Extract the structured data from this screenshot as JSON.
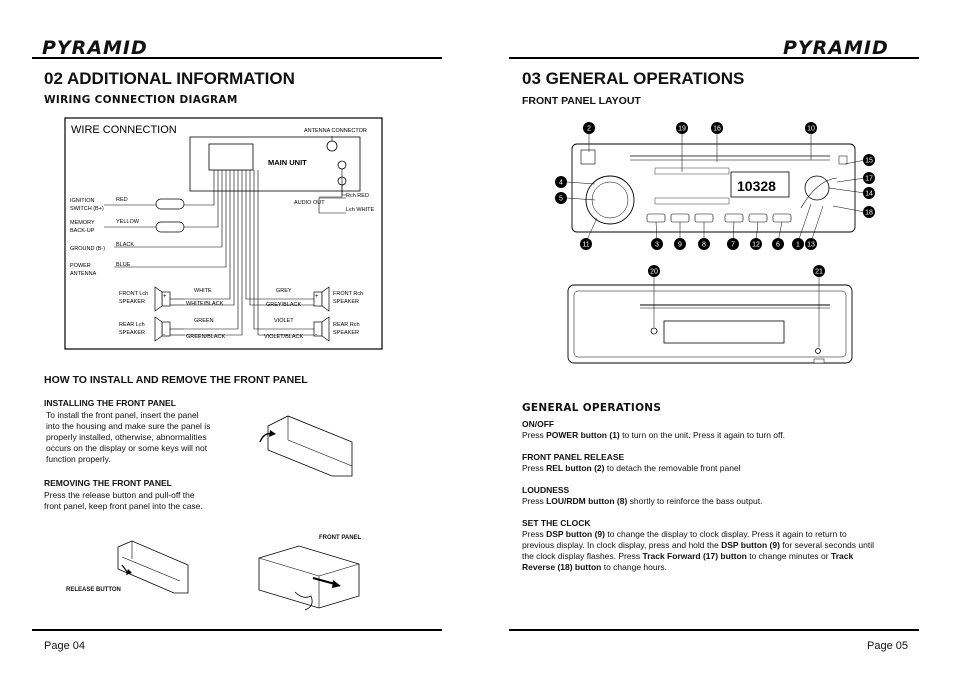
{
  "brand": "PYRAMID",
  "left": {
    "title": "02 ADDITIONAL INFORMATION",
    "wiring_heading": "WIRING CONNECTION DIAGRAM",
    "diagram": {
      "title": "WIRE CONNECTION",
      "main_unit": "MAIN UNIT",
      "antenna_connector": "ANTENNA CONNECTOR",
      "audio_out": "AUDIO OUT",
      "rch_red": "Rch RED",
      "lch_white": "Lch WHITE",
      "ignition": [
        "IGNITION",
        "SWITCH (B+)"
      ],
      "memory": [
        "MEMORY",
        "BACK-UP"
      ],
      "ground": "GROUND (B-)",
      "power_antenna": [
        "POWER",
        "ANTENNA"
      ],
      "red": "RED",
      "yellow": "YELLOW",
      "black": "BLACK",
      "blue": "BLUE",
      "front_lch": [
        "FRONT Lch",
        "SPEAKER"
      ],
      "rear_lch": [
        "REAR Lch",
        "SPEAKER"
      ],
      "front_rch": [
        "FRONT Rch",
        "SPEAKER"
      ],
      "rear_rch": [
        "REAR Rch",
        "SPEAKER"
      ],
      "white": "WHITE",
      "white_black": "WHITE/BLACK",
      "green": "GREEN",
      "green_black": "GREEN/BLACK",
      "grey": "GREY",
      "grey_black": "GREY/BLACK",
      "violet": "VIOLET",
      "violet_black": "VIOLET/BLACK"
    },
    "install_heading": "HOW TO INSTALL AND REMOVE THE FRONT PANEL",
    "installing_heading": "INSTALLING THE FRONT PANEL",
    "installing_lines": [
      "To install the front panel, insert the panel",
      "into the housing and make sure the panel is",
      "properly installed, otherwise, abnormalities",
      "occurs on the display or some keys will not",
      "function properly."
    ],
    "removing_heading": "REMOVING THE FRONT PANEL",
    "removing_lines": [
      "Press the release button and pull-off the",
      "front panel, keep front panel into the case."
    ],
    "release_button_label": "RELEASE BUTTON",
    "front_panel_label": "FRONT PANEL",
    "page": "Page 04"
  },
  "right": {
    "title": "03 GENERAL OPERATIONS",
    "front_panel_heading": "FRONT PANEL LAYOUT",
    "callouts_top": [
      "2",
      "19",
      "16",
      "10"
    ],
    "callouts_left": [
      "4",
      "5"
    ],
    "callouts_right": [
      "15",
      "17",
      "14",
      "18"
    ],
    "callouts_bottom": [
      "11",
      "3",
      "9",
      "8",
      "7",
      "12",
      "6",
      "1",
      "13"
    ],
    "callouts_lower": [
      "20",
      "21"
    ],
    "display_text": "10328",
    "general_heading": "GENERAL OPERATIONS",
    "onoff_heading": "ON/OFF",
    "onoff_pre": "Press ",
    "onoff_bold": "POWER button (1)",
    "onoff_post": " to turn on the unit. Press it again to turn off.",
    "release_heading": "FRONT PANEL RELEASE",
    "release_pre": "Press ",
    "release_bold": "REL button (2)",
    "release_post": " to detach the removable front panel",
    "loudness_heading": "LOUDNESS",
    "loudness_pre": "Press ",
    "loudness_bold": "LOU/RDM button (8)",
    "loudness_post": " shortly to reinforce the bass output.",
    "clock_heading": "SET THE CLOCK",
    "clock_l1_pre": "Press ",
    "clock_l1_bold": "DSP button (9)",
    "clock_l1_post": " to change the display to clock display. Press it again to return to",
    "clock_l2_pre": "previous display. In clock display, press and hold the ",
    "clock_l2_bold": "DSP button (9)",
    "clock_l2_post": " for several seconds until",
    "clock_l3_pre": "the clock display flashes. Press ",
    "clock_l3_bold1": "Track Forward (17) button",
    "clock_l3_mid": " to change minutes or ",
    "clock_l3_bold2": "Track",
    "clock_l4_bold": "Reverse (18) button",
    "clock_l4_post": " to change hours.",
    "page": "Page 05"
  }
}
